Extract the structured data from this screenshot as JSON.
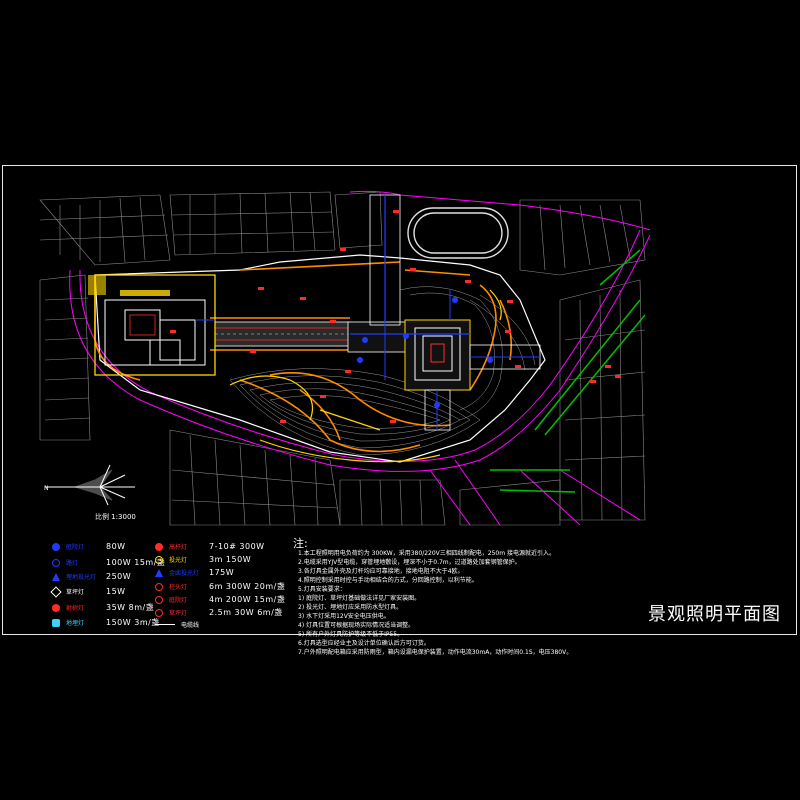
{
  "drawing": {
    "title": "景观照明平面图",
    "scale": "比例 1:3000",
    "notes_heading": "注:",
    "notes": [
      "1.本工程照明用电负荷约为 300KW，采用380/220V三相四线制配电，250m 接电源就近引入。",
      "2.电缆采用YJV型电缆，穿管埋地敷设，埋深不小于0.7m，过道路处加套钢管保护。",
      "3.各灯具金属外壳及灯杆均应可靠接地，接地电阻不大于4欧。",
      "4.照明控制采用时控与手动相结合的方式，分回路控制，以利节能。",
      "5.灯具安装要求：",
      "  1) 庭院灯、草坪灯基础做法详见厂家安装图。",
      "  2) 投光灯、埋地灯应采用防水型灯具。",
      "  3) 水下灯采用12V安全电压供电。",
      "  4) 灯具位置可根据现场实际情况适当调整。",
      "  5) 所有户外灯具防护等级不低于IP55。",
      "6.灯具选型应经业主及设计单位确认后方可订货。",
      "7.户外照明配电箱应采用防雨型，箱内设漏电保护装置，动作电流30mA，动作时间0.1S，电压380V。"
    ]
  },
  "legend": {
    "left": [
      {
        "name": "庭院灯",
        "spec": "80W",
        "color": "#1e3cff",
        "icon": "filled-circle-icon"
      },
      {
        "name": "路灯",
        "spec": "100W  15m/盏",
        "color": "#1e3cff",
        "icon": "ring-icon"
      },
      {
        "name": "埋地投光灯",
        "spec": "250W",
        "color": "#1e3cff",
        "icon": "triangle-icon"
      },
      {
        "name": "草坪灯",
        "spec": "15W",
        "color": "#ffffff",
        "icon": "diamond-icon"
      },
      {
        "name": "射树灯",
        "spec": "35W   8m/盏",
        "color": "#ff2a2a",
        "icon": "dot-icon"
      },
      {
        "name": "地埋灯",
        "spec": "150W  3m/盏",
        "color": "#3ad3ff",
        "icon": "star-icon"
      }
    ],
    "right": [
      {
        "name": "高杆灯",
        "spec": "7-10# 300W",
        "color": "#ff2a2a",
        "icon": "filled-circle-icon"
      },
      {
        "name": "投光灯",
        "spec": "3m 150W",
        "color": "#ffd700",
        "icon": "ring-icon"
      },
      {
        "name": "金卤投光灯",
        "spec": "175W",
        "color": "#1e3cff",
        "icon": "triangle-icon"
      },
      {
        "name": "柱头灯",
        "spec": "6m  300W  20m/盏",
        "color": "#ff2a2a",
        "icon": "ring-icon"
      },
      {
        "name": "庭院灯",
        "spec": "4m  200W  15m/盏",
        "color": "#ff2a2a",
        "icon": "ring-icon"
      },
      {
        "name": "草坪灯",
        "spec": "2.5m  30W  6m/盏",
        "color": "#ff2a2a",
        "icon": "ring-icon"
      },
      {
        "name": "电缆线",
        "spec": "",
        "color": "#ffffff",
        "icon": "line-icon"
      }
    ]
  },
  "colors": {
    "background": "#000000",
    "contour": "#9a9a9a",
    "road": "#ff8c00",
    "boundary": "#ff00ff",
    "lamp": "#ff2a2a",
    "cable": "#1e3cff",
    "green_line": "#00c000",
    "yellow": "#ffd700"
  }
}
